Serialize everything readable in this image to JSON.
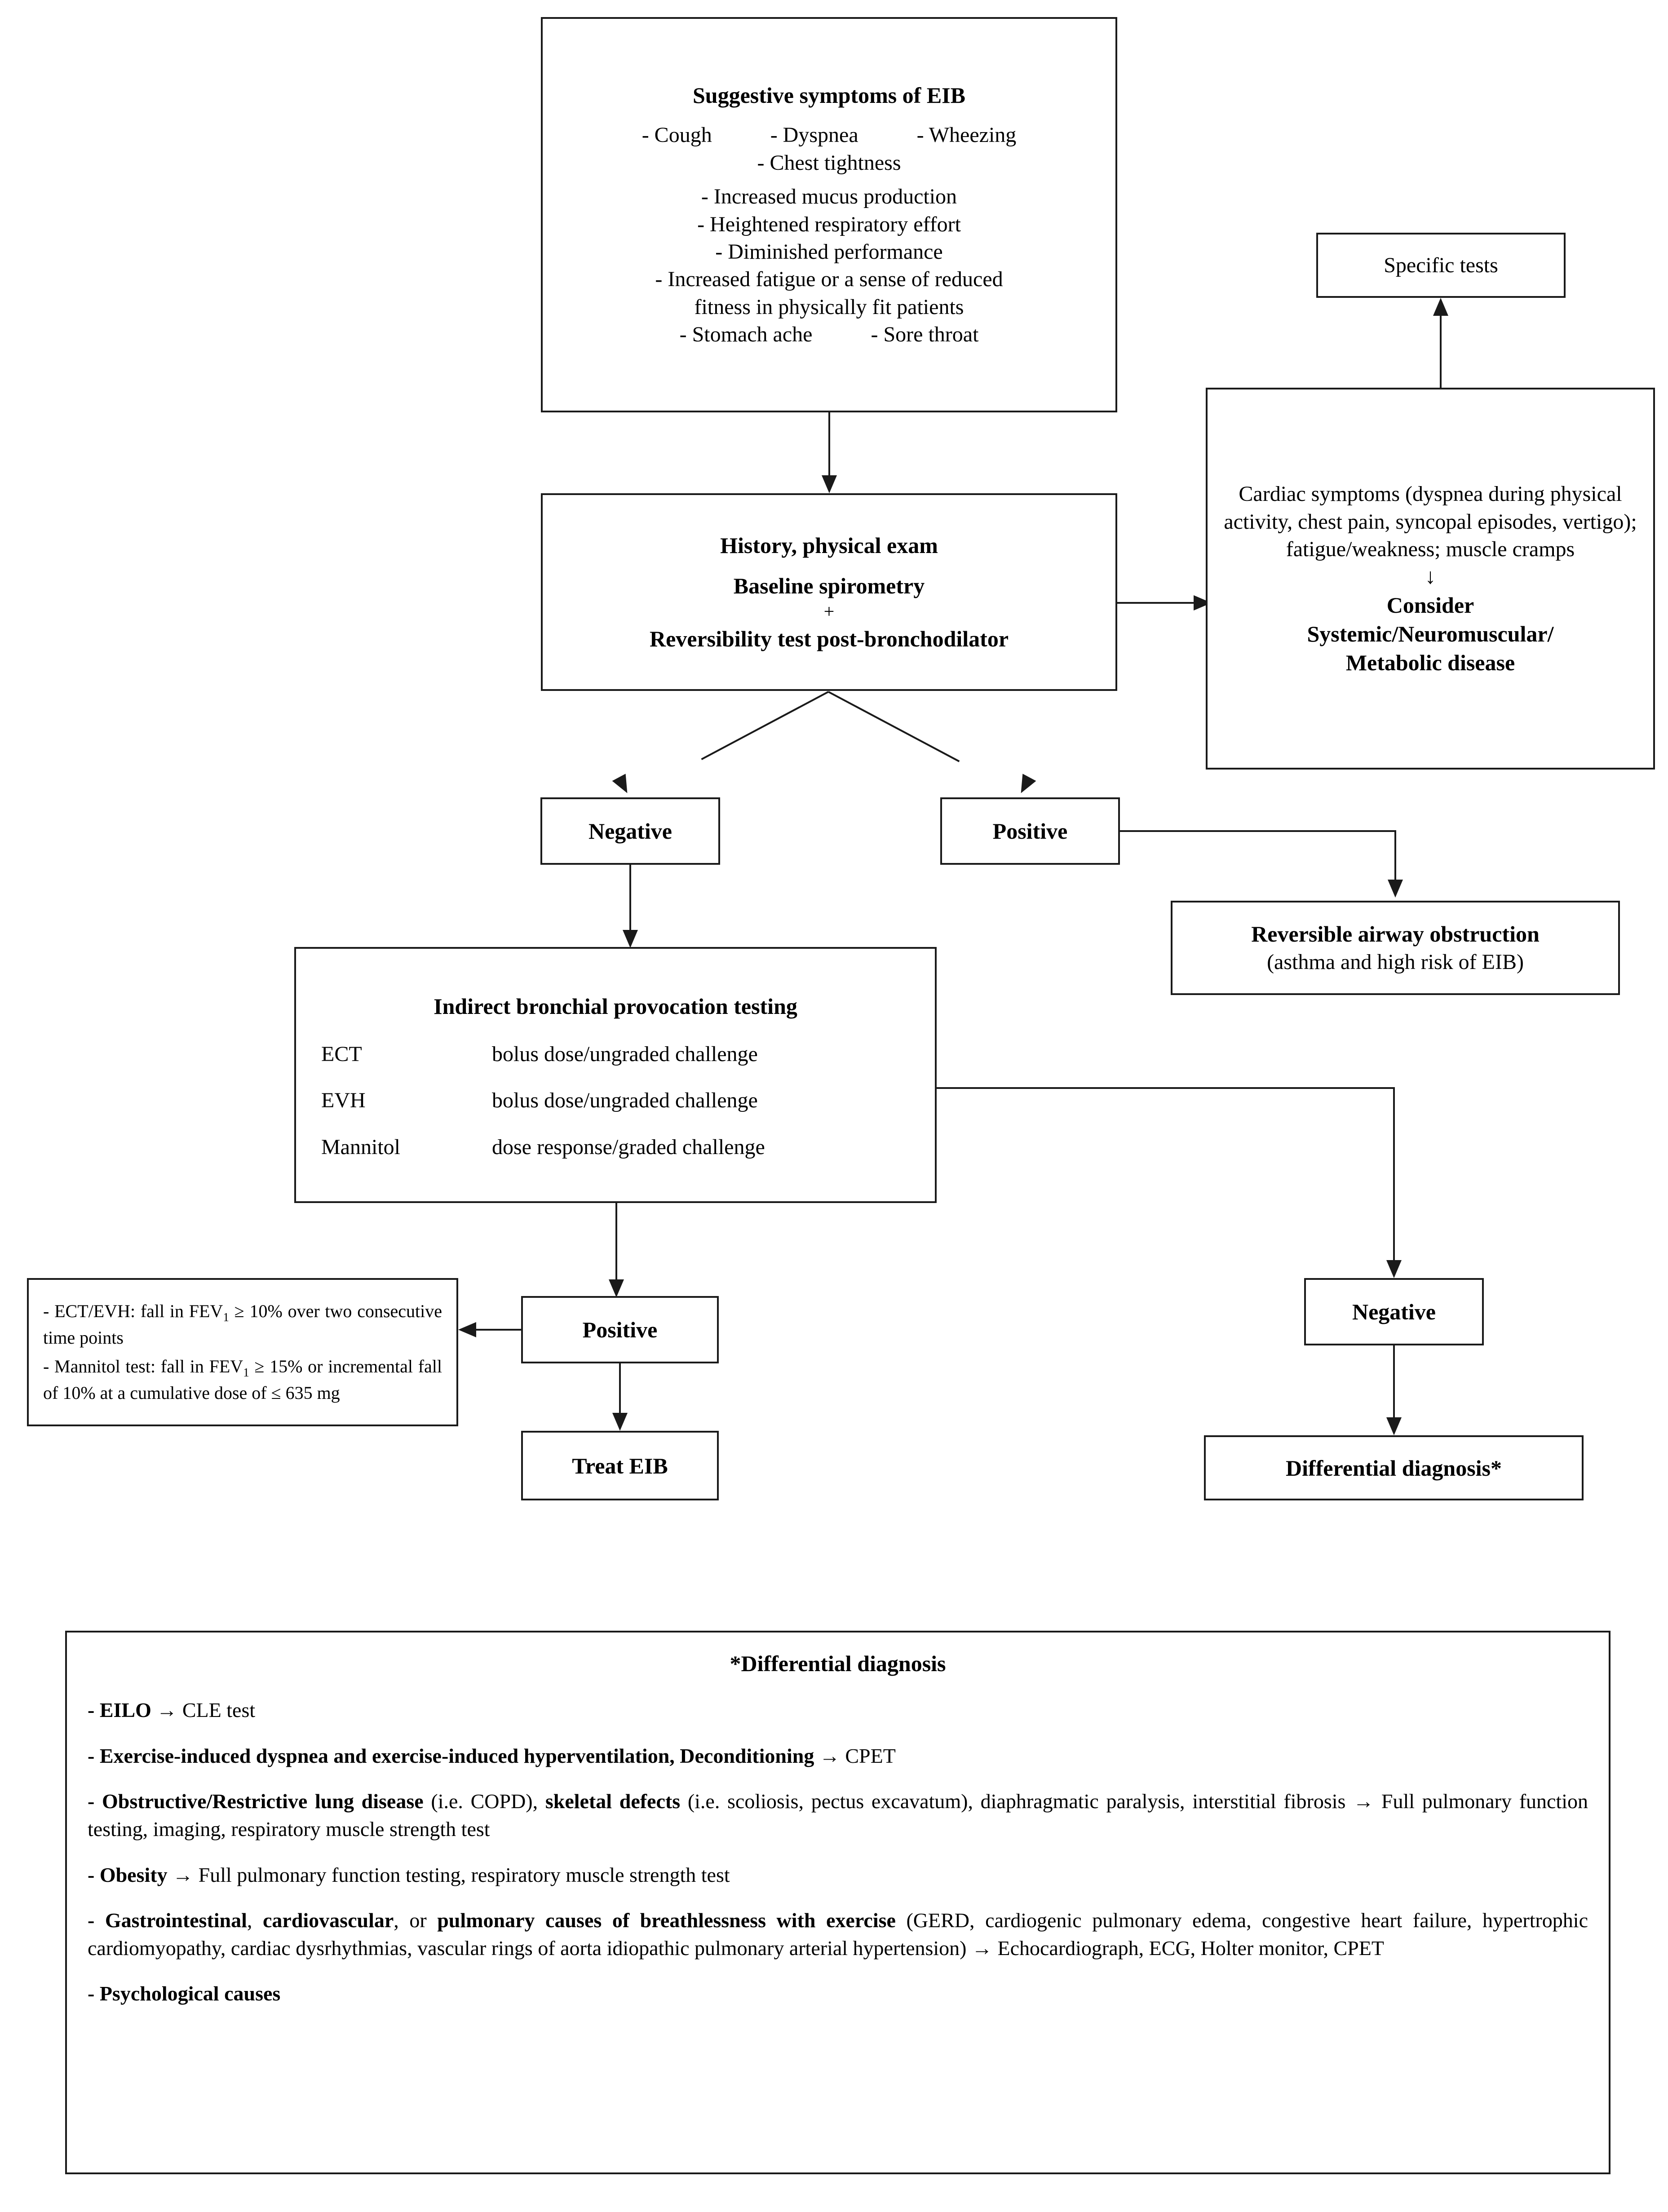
{
  "flowchart": {
    "symptoms_box": {
      "title": "Suggestive symptoms of EIB",
      "row1": [
        "- Cough",
        "- Dyspnea",
        "- Wheezing"
      ],
      "lines": [
        "- Chest tightness",
        "- Increased mucus production",
        "- Heightened respiratory effort",
        "- Diminished performance",
        "- Increased fatigue or a sense of reduced",
        "fitness in physically fit patients"
      ],
      "row_last": [
        "- Stomach ache",
        "- Sore throat"
      ]
    },
    "history_box": {
      "line1": "History, physical exam",
      "line2": "Baseline spirometry",
      "plus": "+",
      "line3": "Reversibility test post-bronchodilator"
    },
    "specific_tests_box": {
      "label": "Specific tests"
    },
    "cardiac_box": {
      "paragraph": "Cardiac symptoms (dyspnea during physical activity, chest pain, syncopal episodes, vertigo); fatigue/weakness; muscle cramps",
      "down_arrow": "↓",
      "consider_line1": "Consider",
      "consider_line2": "Systemic/Neuromuscular/",
      "consider_line3": "Metabolic disease"
    },
    "negative_box_left": {
      "label": "Negative"
    },
    "positive_box_right": {
      "label": "Positive"
    },
    "reversible_box": {
      "line1": "Reversible airway obstruction",
      "line2": "(asthma and high risk of EIB)"
    },
    "provocation_box": {
      "title": "Indirect bronchial provocation testing",
      "rows": [
        {
          "name": "ECT",
          "desc": "bolus dose/ungraded challenge"
        },
        {
          "name": "EVH",
          "desc": "bolus dose/ungraded challenge"
        },
        {
          "name": "Mannitol",
          "desc": "dose response/graded challenge"
        }
      ]
    },
    "criteria_box": {
      "bullet1_pre": "- ECT/EVH: fall in FEV",
      "bullet1_sub": "1",
      "bullet1_post": " ≥ 10% over two consecutive time points",
      "bullet2_pre": "- Mannitol test: fall in FEV",
      "bullet2_sub": "1",
      "bullet2_post": " ≥ 15% or incremental fall of 10% at a cumulative dose of ≤ 635 mg"
    },
    "positive_box_left": {
      "label": "Positive"
    },
    "treat_box": {
      "label": "Treat EIB"
    },
    "negative_box_right": {
      "label": "Negative"
    },
    "differential_box": {
      "label": "Differential diagnosis*"
    }
  },
  "differential_panel": {
    "title": "*Differential diagnosis",
    "items": [
      {
        "bold_lead": "- EILO",
        "arrow": " → ",
        "rest": "CLE test"
      },
      {
        "bold_lead": "- Exercise-induced dyspnea and exercise-induced hyperventilation, Deconditioning",
        "arrow": " → ",
        "rest": "CPET"
      },
      {
        "bold_lead": "- Obstructive/Restrictive lung disease",
        "mid_normal": " (i.e. COPD), ",
        "bold_mid": "skeletal defects",
        "arrow": " → ",
        "rest_pre": " (i.e. scoliosis, pectus excavatum), diaphragmatic paralysis, interstitial fibrosis",
        "rest": "Full pulmonary function testing, imaging, respiratory muscle strength test"
      },
      {
        "bold_lead": "- Obesity",
        "arrow": " → ",
        "rest": "Full pulmonary function testing, respiratory muscle strength test"
      },
      {
        "bold_lead": "- Gastrointestinal",
        "sep1": ", ",
        "bold_b": "cardiovascular",
        "sep2": ", or ",
        "bold_c": "pulmonary causes of breathlessness with exercise",
        "arrow": " → ",
        "rest_pre": " (GERD, cardiogenic pulmonary edema, congestive heart failure, hypertrophic cardiomyopathy, cardiac dysrhythmias, vascular rings of aorta idiopathic pulmonary arterial hypertension)",
        "rest": " Echocardiograph, ECG, Holter monitor, CPET"
      },
      {
        "bold_lead": "- Psychological causes",
        "arrow": "",
        "rest": ""
      }
    ]
  }
}
